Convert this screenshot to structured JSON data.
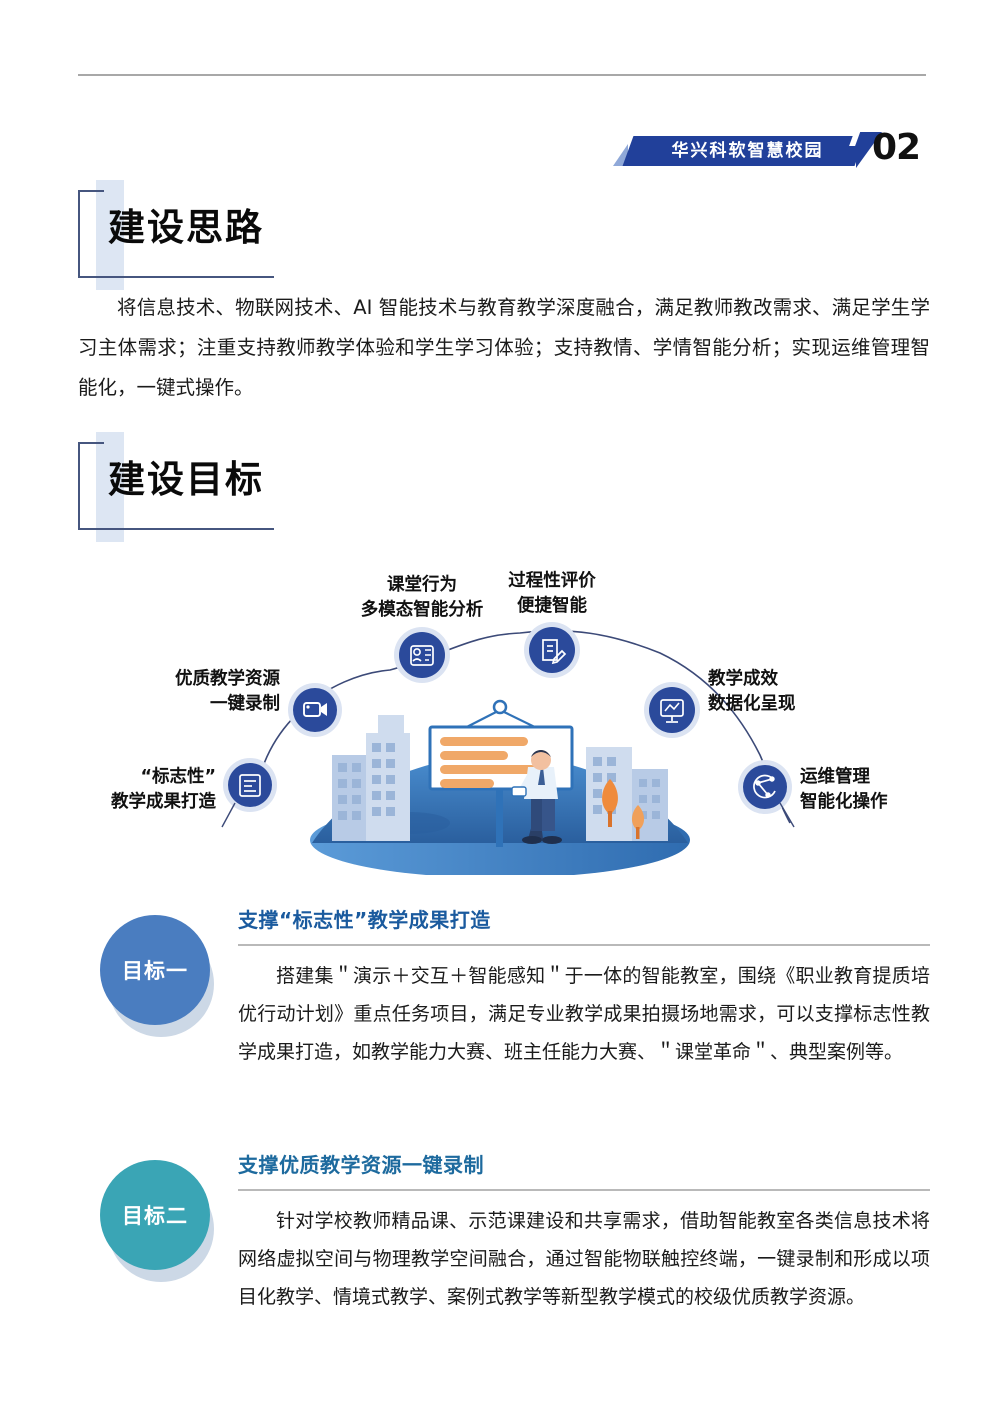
{
  "header": {
    "banner_text": "华兴科软智慧校园",
    "page_number": "02"
  },
  "sections": [
    {
      "heading": "建设思路",
      "paragraph": "将信息技术、物联网技术、AI 智能技术与教育教学深度融合，满足教师教改需求、满足学生学习主体需求；注重支持教师教学体验和学生学习体验；支持教情、学情智能分析；实现运维管理智能化，一键式操作。"
    },
    {
      "heading": "建设目标"
    }
  ],
  "diagram": {
    "nodes": [
      {
        "id": "node-1",
        "label_line1": "“标志性”",
        "label_line2": "教学成果打造",
        "icon": "id-card-icon"
      },
      {
        "id": "node-2",
        "label_line1": "优质教学资源",
        "label_line2": "一键录制",
        "icon": "video-camera-icon"
      },
      {
        "id": "node-3",
        "label_line1": "课堂行为",
        "label_line2": "多模态智能分析",
        "icon": "person-badge-icon"
      },
      {
        "id": "node-4",
        "label_line1": "过程性评价",
        "label_line2": "便捷智能",
        "icon": "document-edit-icon"
      },
      {
        "id": "node-5",
        "label_line1": "教学成效",
        "label_line2": "数据化呈现",
        "icon": "monitor-chart-icon"
      },
      {
        "id": "node-6",
        "label_line1": "运维管理",
        "label_line2": "智能化操作",
        "icon": "network-share-icon"
      }
    ],
    "illustration": "teacher-presenting-whiteboard-city-illustration",
    "colors": {
      "node_fill": "#2b4a9b",
      "node_ring": "#dbe3f2",
      "arc_line": "#3c4a78",
      "illustration_primary": "#2f72b8",
      "illustration_accent": "#f0a868"
    }
  },
  "goals": [
    {
      "badge": "目标一",
      "badge_color": "#4a7dc0",
      "title": "支撑“标志性”教学成果打造",
      "title_color": "#1a5a9e",
      "text": "搭建集＂演示＋交互＋智能感知＂于一体的智能教室，围绕《职业教育提质培优行动计划》重点任务项目，满足专业教学成果拍摄场地需求，可以支撑标志性教学成果打造，如教学能力大赛、班主任能力大赛、＂课堂革命＂、典型案例等。"
    },
    {
      "badge": "目标二",
      "badge_color": "#3aa5b5",
      "title": "支撑优质教学资源一键录制",
      "title_color": "#1d6a9e",
      "text": "针对学校教师精品课、示范课建设和共享需求，借助智能教室各类信息技术将网络虚拟空间与物理教学空间融合，通过智能物联触控终端，一键录制和形成以项目化教学、情境式教学、案例式教学等新型教学模式的校级优质教学资源。"
    }
  ]
}
